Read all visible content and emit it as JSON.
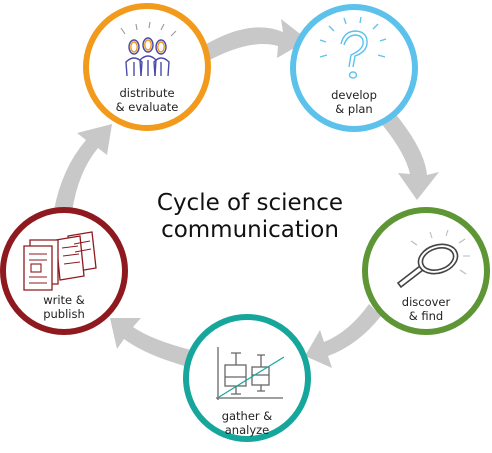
{
  "title": {
    "line1": "Cycle of science",
    "line2": "communication"
  },
  "nodes": [
    {
      "id": "develop-plan",
      "label_line1": "develop",
      "label_line2": "& plan",
      "color": "#5cc2ec",
      "icon": "question-mark-icon"
    },
    {
      "id": "discover-find",
      "label_line1": "discover",
      "label_line2": "& find",
      "color": "#5e9636",
      "icon": "magnifying-glass-icon"
    },
    {
      "id": "gather-analyze",
      "label_line1": "gather &",
      "label_line2": "analyze",
      "color": "#17a69c",
      "icon": "box-plot-icon"
    },
    {
      "id": "write-publish",
      "label_line1": "write &",
      "label_line2": "publish",
      "color": "#8e1a1f",
      "icon": "documents-icon"
    },
    {
      "id": "distribute-evaluate",
      "label_line1": "distribute",
      "label_line2": "& evaluate",
      "color": "#f29a1b",
      "icon": "people-icon"
    }
  ],
  "arrow_color": "#c8c8c8"
}
